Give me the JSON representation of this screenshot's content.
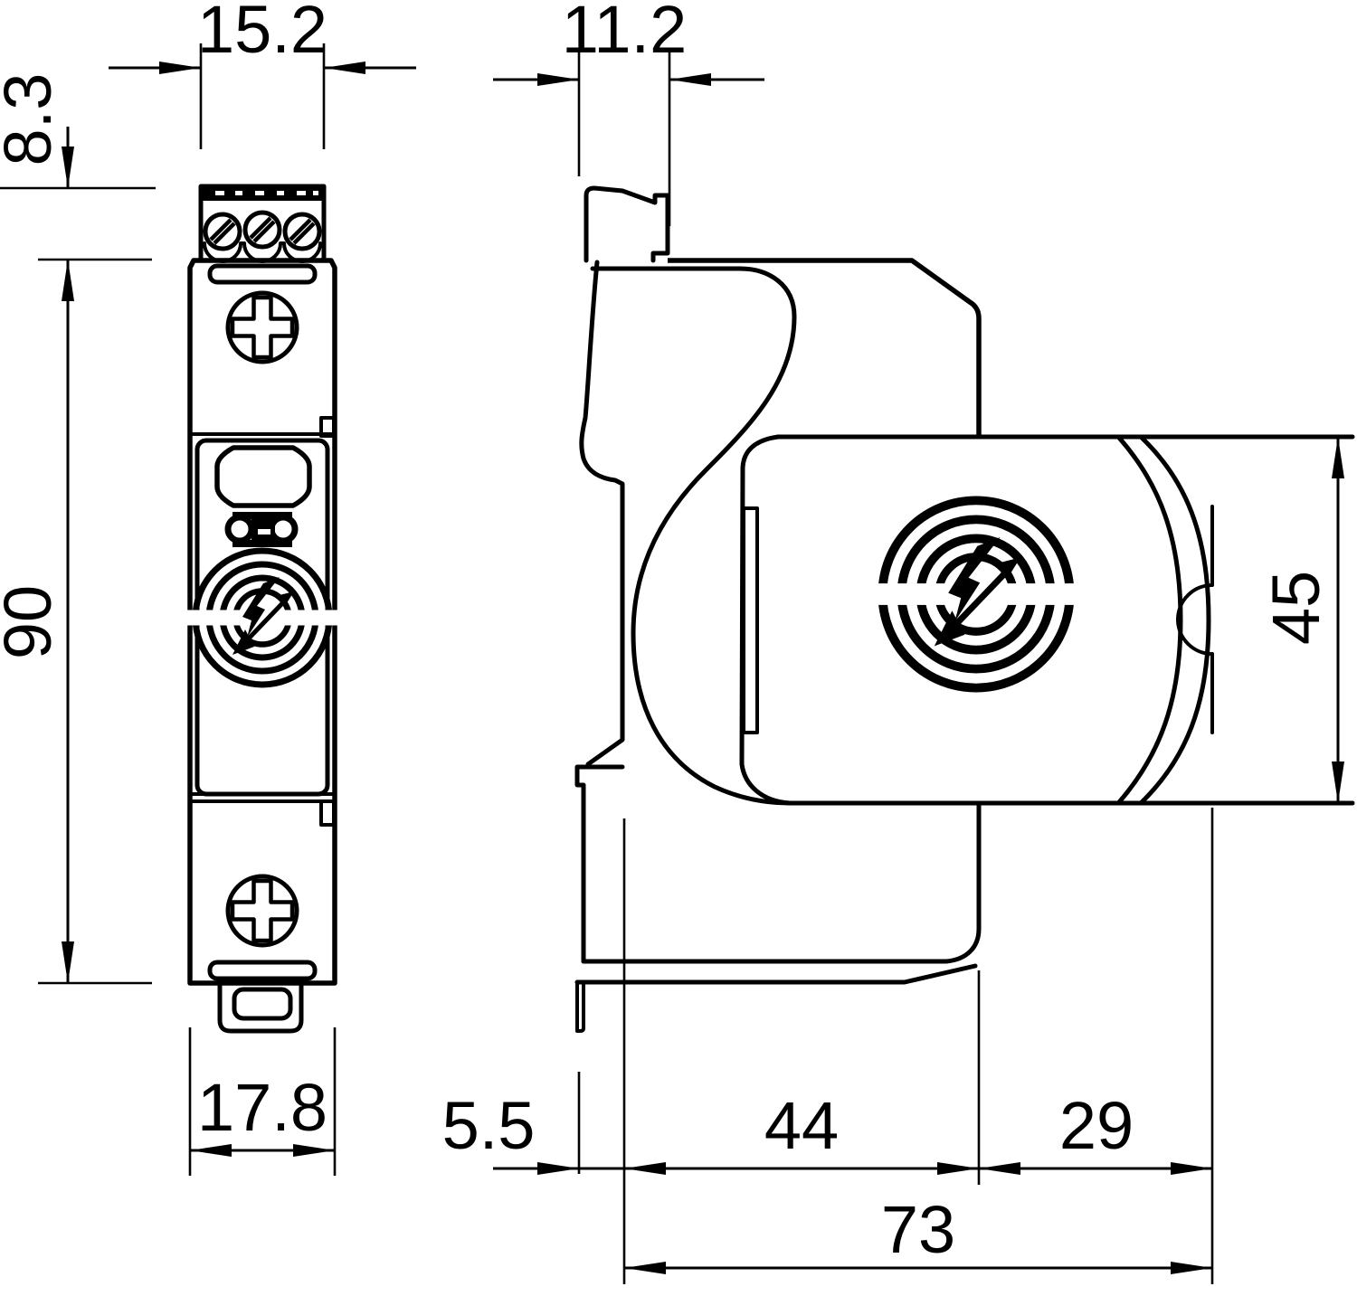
{
  "colors": {
    "line": "#000000",
    "background": "#ffffff"
  },
  "views": {
    "front": {
      "dims": {
        "terminal_width": "15.2",
        "terminal_height": "8.3",
        "body_height": "90",
        "body_width": "17.8"
      }
    },
    "side": {
      "dims": {
        "top_depth": "11.2",
        "module_height": "45",
        "clip_depth": "5.5",
        "mount_depth": "44",
        "module_depth": "29",
        "total_depth": "73"
      }
    }
  },
  "icons": {
    "logo": "surge-arrester-lightning-logo-icon",
    "front_screw": "phillips-screw-icon",
    "terminal_screw": "slotted-terminal-screw-icon",
    "arrow": "dimension-arrowhead-icon"
  }
}
